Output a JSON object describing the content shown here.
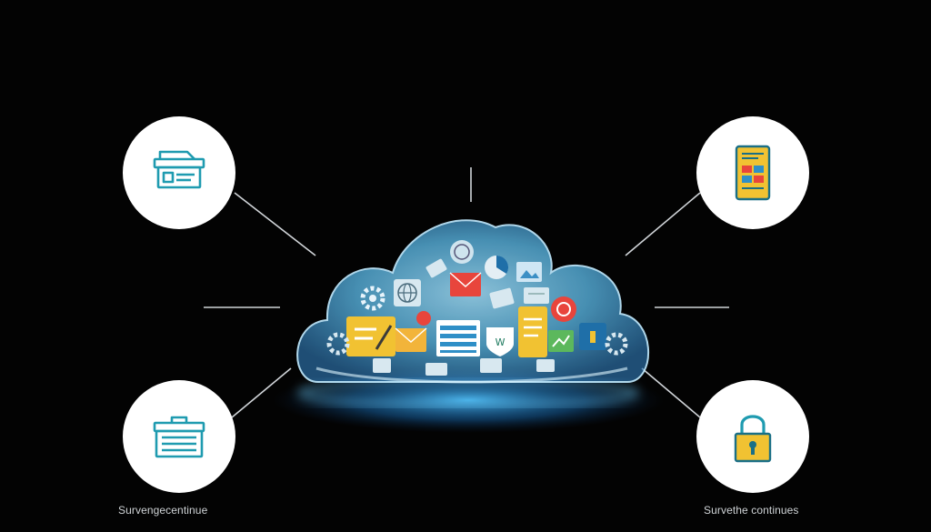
{
  "captions": {
    "left": "Survengecentinue",
    "right": "Survethe continues"
  },
  "nodes": [
    {
      "position": "top-left",
      "icon": "browser-window-icon"
    },
    {
      "position": "top-right",
      "icon": "tablet-dashboard-icon"
    },
    {
      "position": "bottom-left",
      "icon": "briefcase-icon"
    },
    {
      "position": "bottom-right",
      "icon": "padlock-icon"
    }
  ],
  "cloud": {
    "icons": [
      "gear-icon",
      "globe-icon",
      "mail-icon",
      "document-icon",
      "spreadsheet-icon",
      "shield-icon",
      "folder-icon",
      "chart-icon",
      "image-icon",
      "target-icon",
      "home-icon"
    ]
  },
  "colors": {
    "background": "#030303",
    "node_fill": "#ffffff",
    "icon_stroke": "#1f9bb0",
    "icon_yellow": "#f1c232",
    "icon_red": "#e8453c",
    "cloud_glow": "#57c8ff",
    "connector": "#d0d4d8"
  }
}
